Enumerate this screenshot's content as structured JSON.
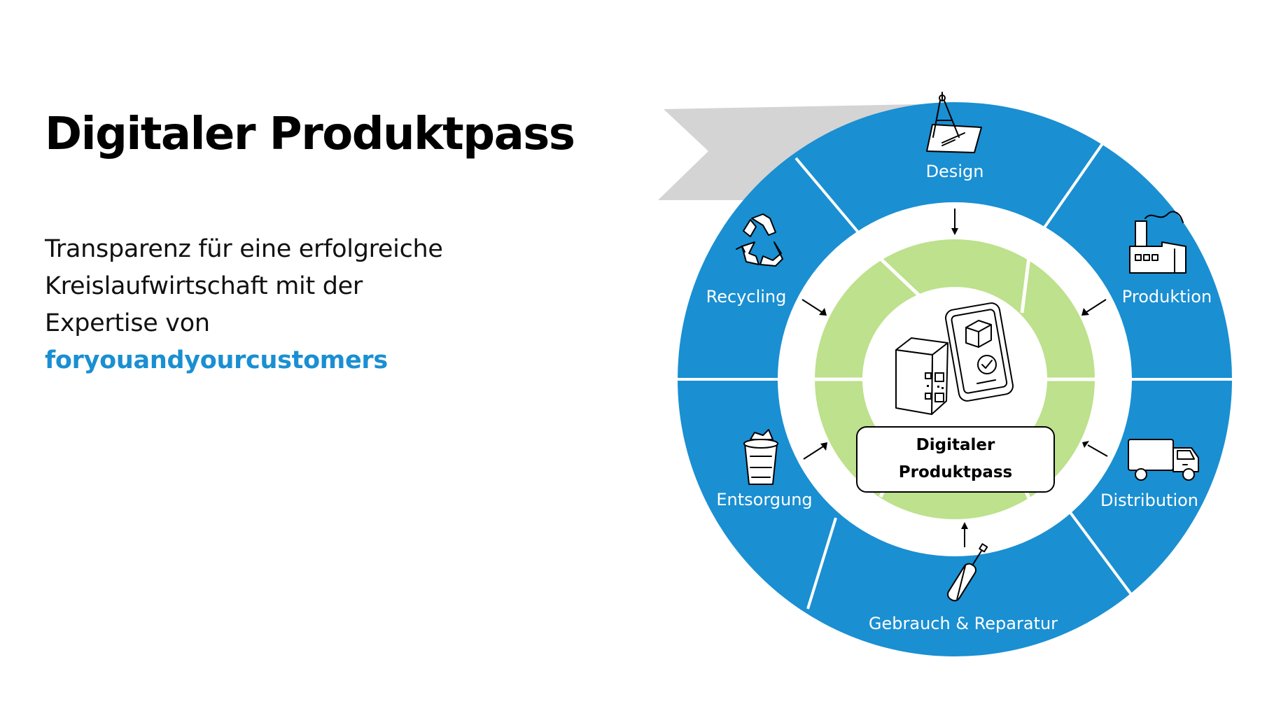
{
  "header": {
    "title": "Digitaler Produktpass"
  },
  "intro": {
    "line1": "Transparenz für eine erfolgreiche",
    "line2": "Kreislaufwirtschaft mit der",
    "line3": "Expertise von",
    "brand": "foryouandyourcustomers"
  },
  "cycle": {
    "center_line1": "Digitaler",
    "center_line2": "Produktpass",
    "stages": [
      {
        "label": "Design",
        "icon": "drafting-compass-icon"
      },
      {
        "label": "Produktion",
        "icon": "factory-icon"
      },
      {
        "label": "Distribution",
        "icon": "truck-icon"
      },
      {
        "label": "Gebrauch & Reparatur",
        "icon": "screwdriver-icon"
      },
      {
        "label": "Entsorgung",
        "icon": "trash-bin-icon"
      },
      {
        "label": "Recycling",
        "icon": "recycle-icon"
      }
    ]
  },
  "colors": {
    "ring_blue": "#1a8fd2",
    "inner_green": "#bde18c",
    "banner_gray": "#d4d4d4",
    "brand_blue": "#1a8fd2"
  }
}
